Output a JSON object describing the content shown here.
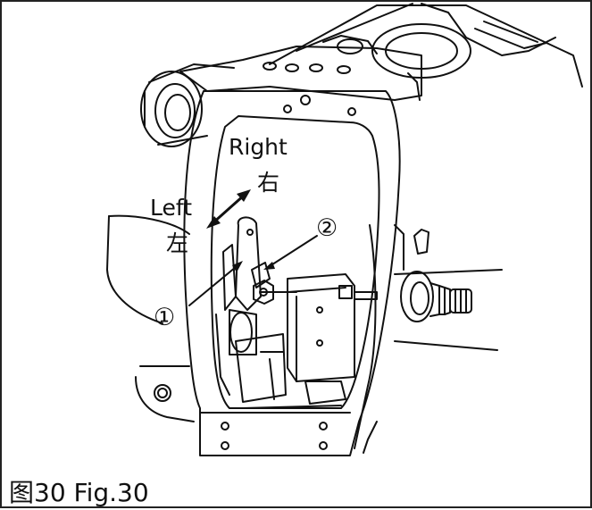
{
  "figure": {
    "caption": "图30 Fig.30"
  },
  "labels": {
    "right_en": "Right",
    "right_cn": "右",
    "left_en": "Left",
    "left_cn": "左",
    "callout_1": "①",
    "callout_2": "②"
  }
}
